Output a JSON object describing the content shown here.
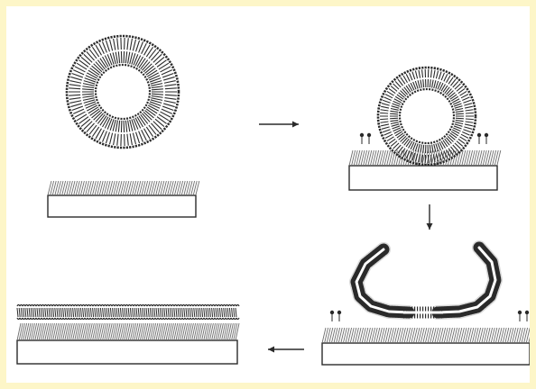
{
  "figure": {
    "description_hidden": "",
    "colors": {
      "border": "#fdf6c8",
      "background": "#ffffff",
      "ink": "#2a2a2a",
      "gray_ink": "#6e6e6e"
    },
    "stages": [
      {
        "id": "vesicle-in-solution",
        "order": 1
      },
      {
        "id": "vesicle-adsorbing",
        "order": 2
      },
      {
        "id": "vesicle-rupturing",
        "order": 3
      },
      {
        "id": "supported-bilayer-formed",
        "order": 4
      }
    ],
    "arrows": [
      {
        "id": "arrow-stage1-to-stage2",
        "direction": "right"
      },
      {
        "id": "arrow-stage2-to-stage3",
        "direction": "down"
      },
      {
        "id": "arrow-stage3-to-stage4",
        "direction": "left"
      }
    ],
    "icons": [
      "lipid-vesicle",
      "substrate",
      "lipid-monolayer",
      "arrow"
    ]
  }
}
